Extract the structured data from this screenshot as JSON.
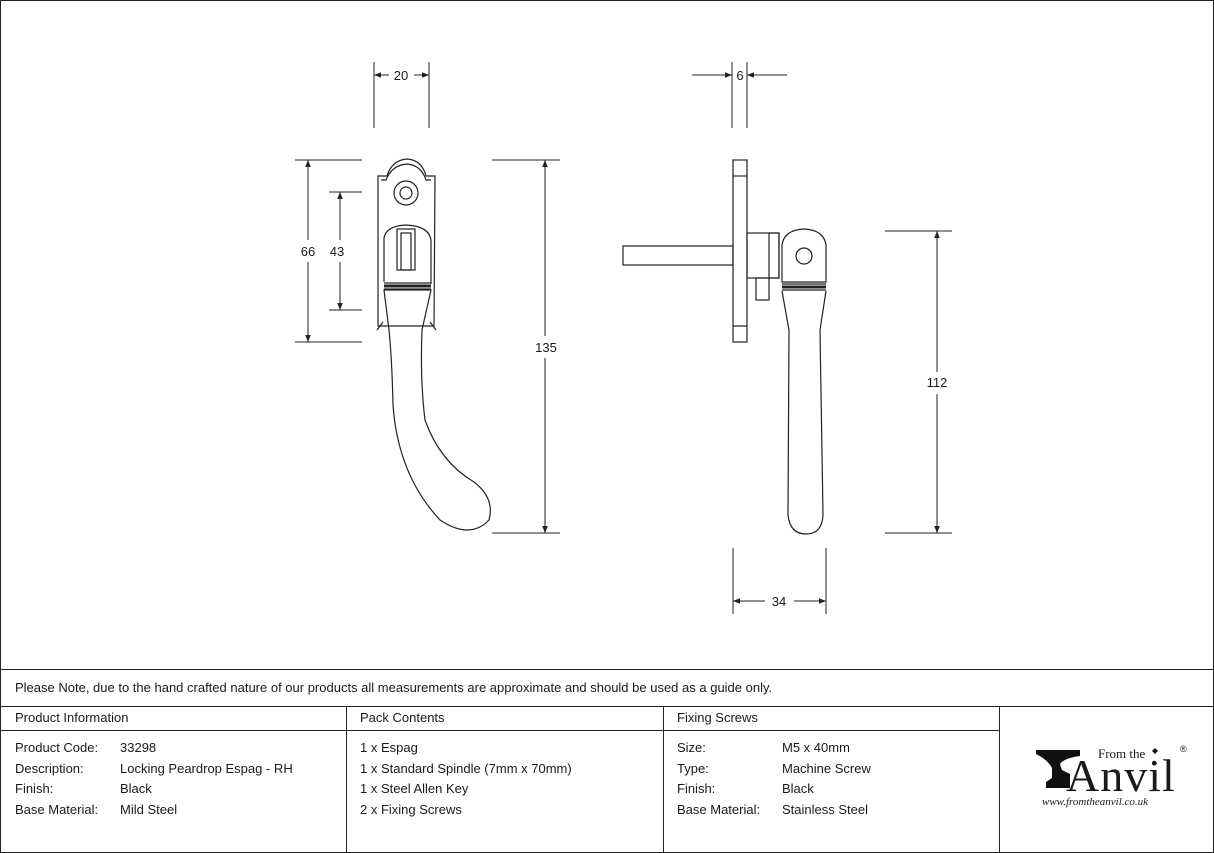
{
  "dimensions": {
    "front_width": "20",
    "front_height_outer": "66",
    "front_height_inner": "43",
    "front_total_height": "135",
    "side_plate_thickness": "6",
    "side_handle_length": "112",
    "side_projection": "34"
  },
  "note": "Please Note, due to the hand crafted nature of our products all measurements are approximate and should be used as a guide only.",
  "product_info": {
    "heading": "Product Information",
    "rows": [
      {
        "label": "Product Code:",
        "value": "33298"
      },
      {
        "label": "Description:",
        "value": "Locking Peardrop Espag - RH"
      },
      {
        "label": "Finish:",
        "value": "Black"
      },
      {
        "label": "Base Material:",
        "value": "Mild Steel"
      }
    ]
  },
  "pack_contents": {
    "heading": "Pack Contents",
    "items": [
      "1 x Espag",
      "1 x Standard Spindle (7mm x 70mm)",
      "1 x Steel Allen Key",
      "2 x Fixing Screws"
    ]
  },
  "fixing_screws": {
    "heading": "Fixing Screws",
    "rows": [
      {
        "label": "Size:",
        "value": "M5 x 40mm"
      },
      {
        "label": "Type:",
        "value": "Machine Screw"
      },
      {
        "label": "Finish:",
        "value": "Black"
      },
      {
        "label": "Base Material:",
        "value": "Stainless Steel"
      }
    ]
  },
  "logo": {
    "from_the": "From the",
    "name": "Anvil",
    "registered": "®",
    "url": "www.fromtheanvil.co.uk"
  }
}
